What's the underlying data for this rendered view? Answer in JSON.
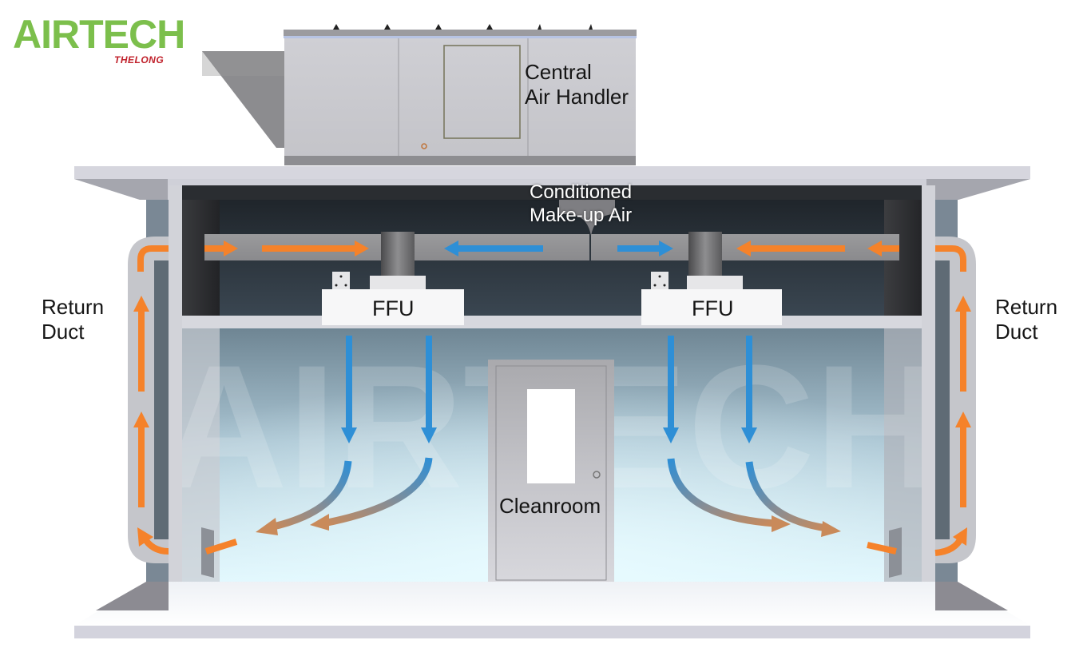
{
  "brand": {
    "name": "AIRTECH",
    "sub": "THELONG",
    "primary_color": "#7cbf4c",
    "secondary_color": "#c0202a"
  },
  "labels": {
    "air_handler": [
      "Central",
      "Air Handler"
    ],
    "makeup_air": [
      "Conditioned",
      "Make-up Air"
    ],
    "ffu_left": "FFU",
    "ffu_right": "FFU",
    "return_duct_left": [
      "Return",
      "Duct"
    ],
    "return_duct_right": [
      "Return",
      "Duct"
    ],
    "cleanroom": "Cleanroom",
    "watermark": "AIRTECH"
  },
  "colors": {
    "supply_air": "#2e8fd6",
    "return_air": "#f5822a",
    "mixed_air": "#c98a5a"
  },
  "flows": [
    {
      "id": "makeup-left",
      "type": "supply",
      "direction": "left"
    },
    {
      "id": "makeup-right",
      "type": "supply",
      "direction": "right"
    },
    {
      "id": "return-plenum-left",
      "type": "return",
      "direction": "right"
    },
    {
      "id": "return-plenum-right",
      "type": "return",
      "direction": "left"
    },
    {
      "id": "return-duct-left",
      "type": "return",
      "direction": "up"
    },
    {
      "id": "return-duct-right",
      "type": "return",
      "direction": "up"
    },
    {
      "id": "ffu-left-down",
      "type": "supply",
      "direction": "down"
    },
    {
      "id": "ffu-right-down",
      "type": "supply",
      "direction": "down"
    },
    {
      "id": "room-left-sweep",
      "type": "mixed",
      "direction": "down-left"
    },
    {
      "id": "room-right-sweep",
      "type": "mixed",
      "direction": "down-right"
    }
  ]
}
